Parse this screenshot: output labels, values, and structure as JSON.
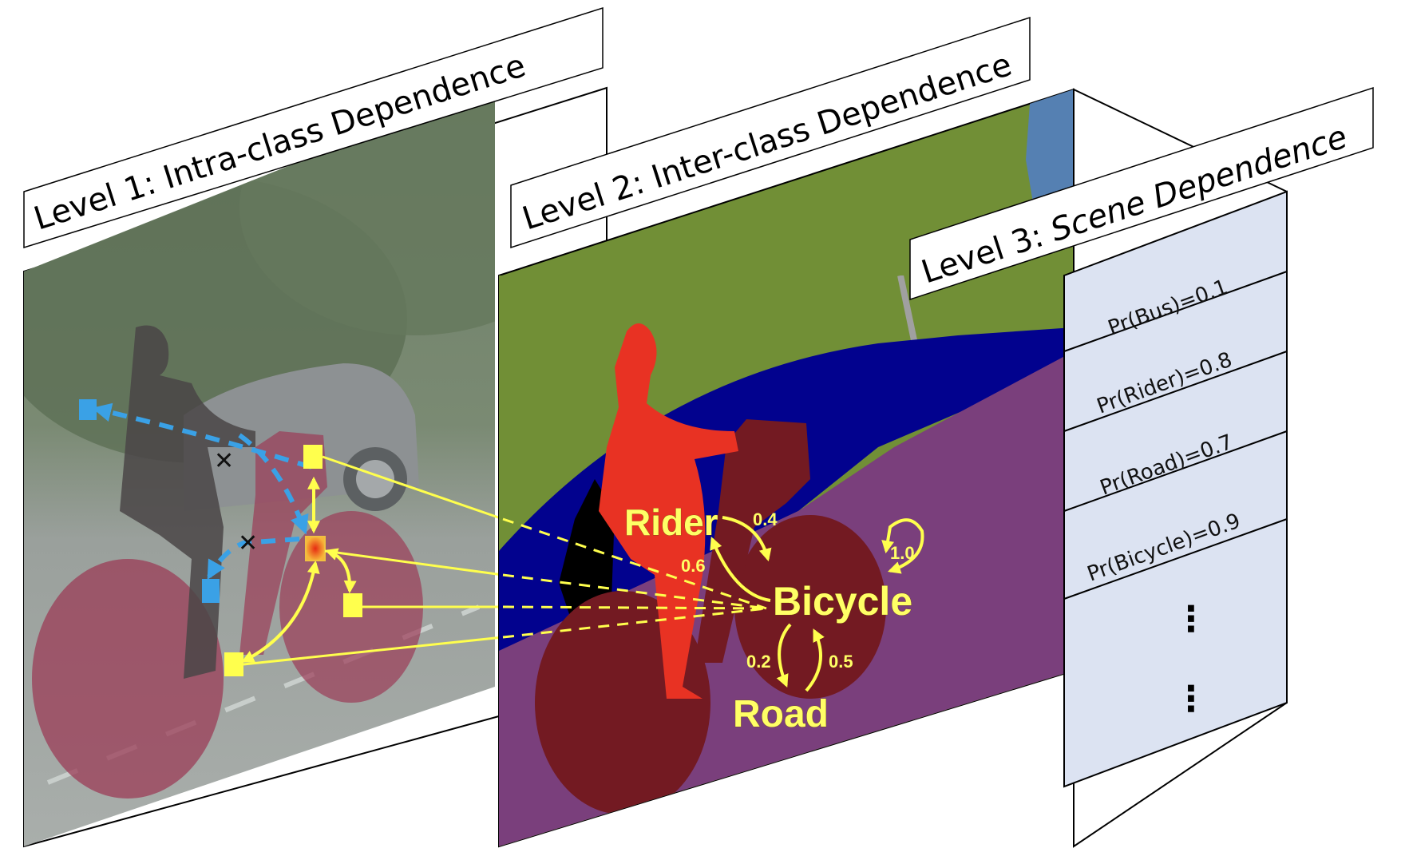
{
  "levels": [
    {
      "title": "Level 1: Intra-class Dependence"
    },
    {
      "title": "Level 2: Inter-class Dependence"
    },
    {
      "title_plain": "Level 3: ",
      "title_italic": "Scene Dependence"
    }
  ],
  "graph": {
    "nodes": [
      "Rider",
      "Bicycle",
      "Road"
    ],
    "edges": [
      {
        "from": "Rider",
        "to": "Bicycle",
        "weight": "0.4"
      },
      {
        "from": "Bicycle",
        "to": "Rider",
        "weight": "0.6"
      },
      {
        "from": "Bicycle",
        "to": "Bicycle",
        "weight": "1.0"
      },
      {
        "from": "Bicycle",
        "to": "Road",
        "weight": "0.2"
      },
      {
        "from": "Road",
        "to": "Bicycle",
        "weight": "0.5"
      }
    ]
  },
  "scene_probs": [
    "Pr(Bus)=0.1",
    "Pr(Rider)=0.8",
    "Pr(Road)=0.7",
    "Pr(Bicycle)=0.9"
  ],
  "ellipsis": "⋮",
  "colors": {
    "vegetation": "#718f36",
    "sky": "#5580b2",
    "car": "#02028e",
    "road": "#7a3f7c",
    "person": "#e83223",
    "bicycle": "#731a22",
    "annotation_yellow": "#ffff4d",
    "annotation_blue": "#3aa1e6",
    "table_fill": "#dce3f2"
  }
}
